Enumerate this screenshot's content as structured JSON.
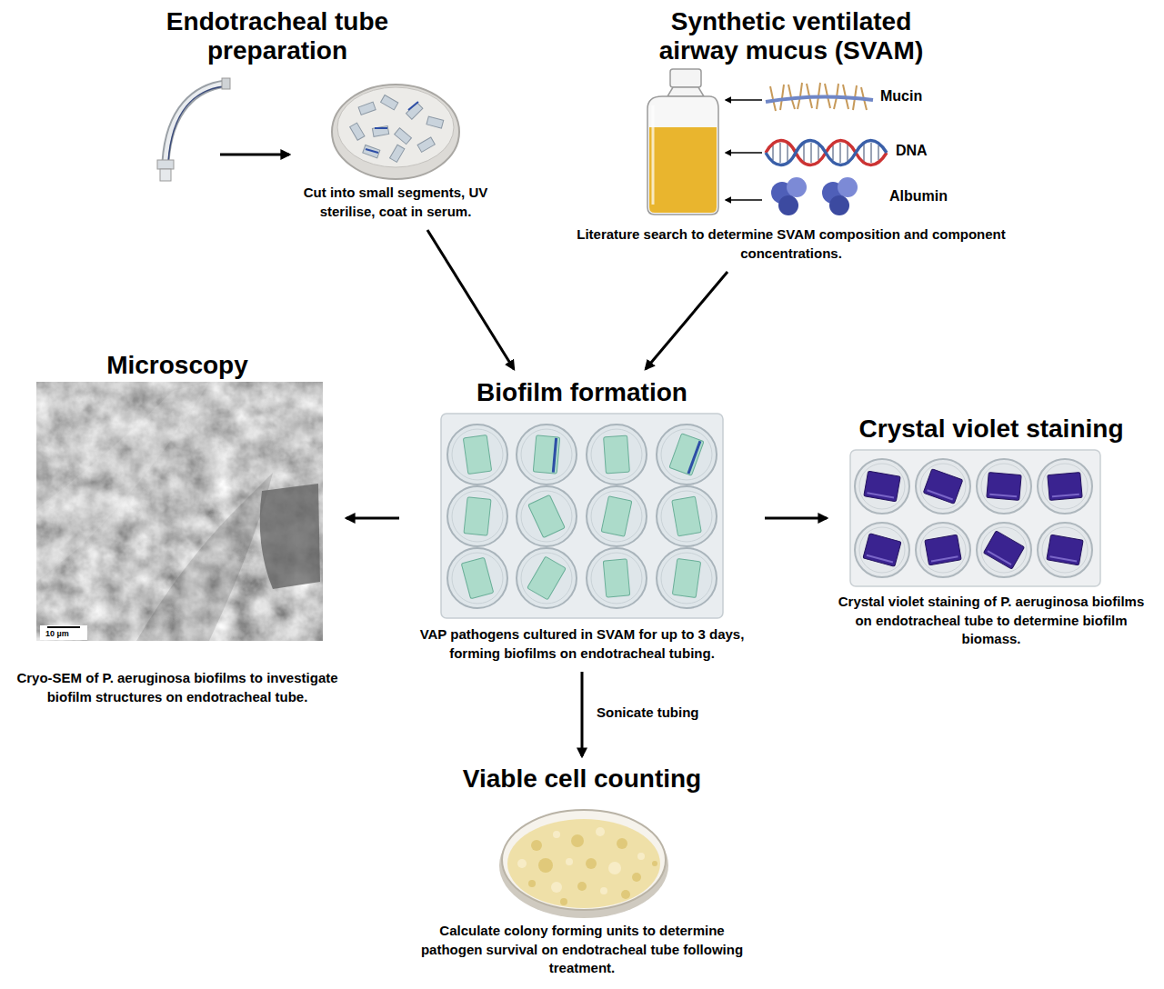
{
  "diagram": {
    "nodes": [
      {
        "text": [
          "Endotracheal tube preparation",
          "Cut into small segments, UV sterilise, coat in serum."
        ]
      },
      {
        "text": [
          "Synthetic ventilated airway mucus (SVAM)",
          "Literature search to determine SVAM composition and component concentrations."
        ]
      },
      {
        "text": [
          "Microscopy",
          "Cryo-SEM of P. aeruginosa biofilms to investigate biofilm structures on endotracheal tube."
        ]
      },
      {
        "text": [
          "Biofilm formation",
          "VAP pathogens cultured in SVAM for up to 3 days, forming biofilms on endotracheal tubing."
        ]
      },
      {
        "text": [
          "Crystal violet staining",
          "Crystal violet staining of P. aeruginosa biofilms on endotracheal tube to determine biofilm biomass."
        ]
      },
      {
        "text": [
          "Viable cell counting",
          "Calculate colony forming units to determine pathogen survival on endotracheal tube following treatment."
        ]
      }
    ],
    "edges": [
      {
        "from": 0,
        "to": 3,
        "arrow": "to"
      },
      {
        "from": 1,
        "to": 3,
        "arrow": "to"
      },
      {
        "from": 3,
        "to": 2,
        "arrow": "to"
      },
      {
        "from": 3,
        "to": 4,
        "arrow": "to"
      },
      {
        "from": 3,
        "to": 5,
        "label": "Sonicate tubing",
        "arrow": "to"
      }
    ],
    "labels": [
      "Mucin",
      "DNA",
      "Albumin",
      "10 µm"
    ]
  }
}
